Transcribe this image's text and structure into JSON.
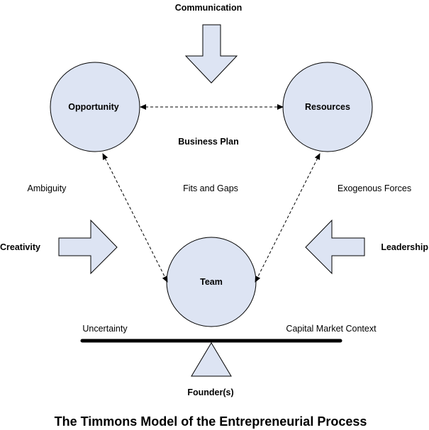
{
  "diagram": {
    "title": "The Timmons Model of the Entrepreneurial Process",
    "colors": {
      "shape_fill": "#dde4f3",
      "shape_stroke": "#000000",
      "beam": "#000000"
    },
    "nodes": {
      "opportunity": "Opportunity",
      "resources": "Resources",
      "team": "Team"
    },
    "forces": {
      "communication": "Communication",
      "creativity": "Creativity",
      "leadership": "Leadership"
    },
    "labels": {
      "business_plan": "Business Plan",
      "fits_and_gaps": "Fits and Gaps",
      "ambiguity": "Ambiguity",
      "exogenous_forces": "Exogenous Forces",
      "uncertainty": "Uncertainty",
      "capital_market_context": "Capital Market Context",
      "founders": "Founder(s)"
    },
    "connections": [
      {
        "from": "opportunity",
        "to": "resources",
        "style": "dashed",
        "direction": "both"
      },
      {
        "from": "opportunity",
        "to": "team",
        "style": "dashed",
        "direction": "both"
      },
      {
        "from": "resources",
        "to": "team",
        "style": "dashed",
        "direction": "both"
      }
    ]
  }
}
